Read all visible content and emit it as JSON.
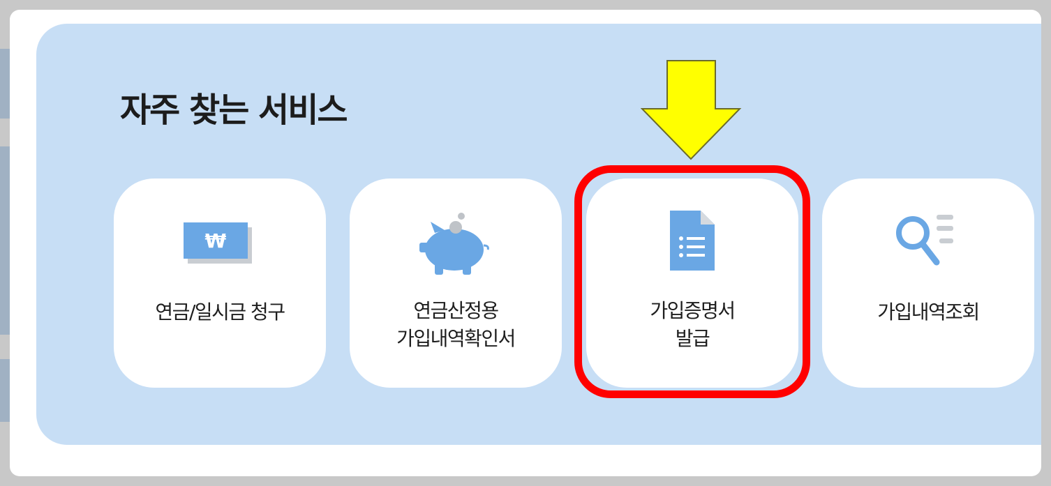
{
  "section": {
    "title": "자주 찾는 서비스"
  },
  "services": [
    {
      "lines": [
        "연금/일시금 청구"
      ],
      "icon": "won-banknote-icon"
    },
    {
      "lines": [
        "연금산정용",
        "가입내역확인서"
      ],
      "icon": "piggy-bank-icon"
    },
    {
      "lines": [
        "가입증명서",
        "발급"
      ],
      "icon": "document-list-icon",
      "highlighted": true
    },
    {
      "lines": [
        "가입내역조회"
      ],
      "icon": "search-list-icon"
    }
  ],
  "colors": {
    "panel": "#c7def5",
    "icon_blue": "#6aa7e4",
    "highlight": "#ff0000",
    "arrow": "#ffff00"
  },
  "icon_glyphs": {
    "won": "₩"
  }
}
